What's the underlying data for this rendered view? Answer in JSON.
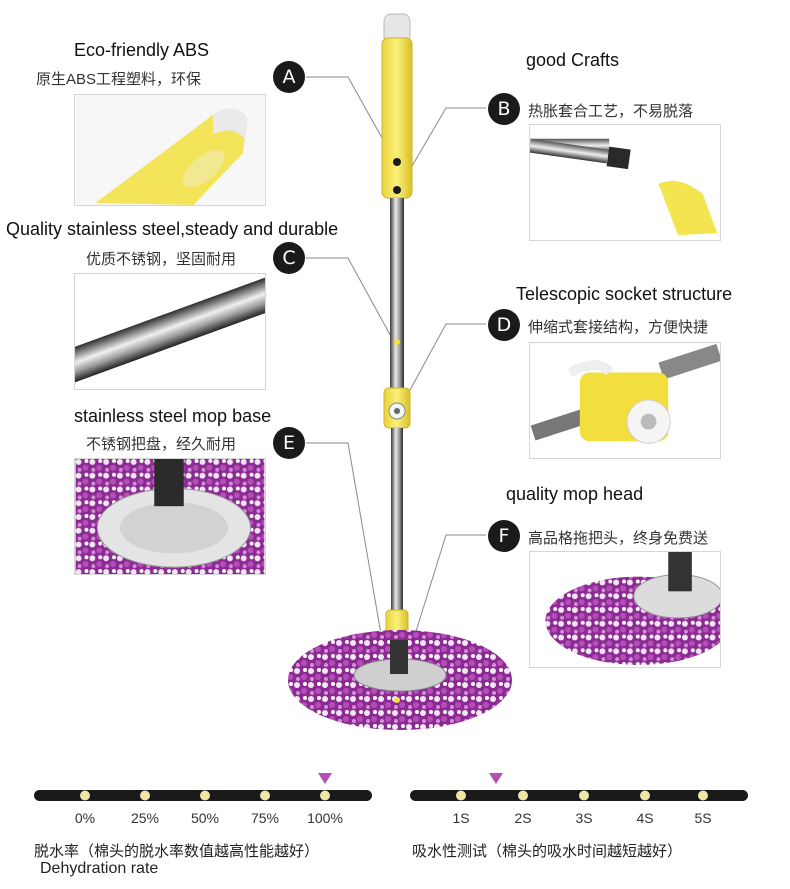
{
  "features": [
    {
      "letter": "A",
      "en": "Eco-friendly ABS",
      "zh": "原生ABS工程塑料，环保"
    },
    {
      "letter": "B",
      "en": "good Crafts",
      "zh": "热胀套合工艺，不易脱落"
    },
    {
      "letter": "C",
      "en": "Quality stainless steel,steady and durable",
      "zh": "优质不锈钢，坚固耐用"
    },
    {
      "letter": "D",
      "en": "Telescopic socket structure",
      "zh": "伸缩式套接结构，方便快捷"
    },
    {
      "letter": "E",
      "en": "stainless steel mop base",
      "zh": "不锈钢把盘，经久耐用"
    },
    {
      "letter": "F",
      "en": "quality mop head",
      "zh": "高品格拖把头，终身免费送"
    }
  ],
  "dehydration": {
    "ticks": [
      "0%",
      "25%",
      "50%",
      "75%",
      "100%"
    ],
    "marker_index": 4,
    "caption_zh": "脱水率（棉头的脱水率数值越高性能越好）",
    "caption_en": "Dehydration rate"
  },
  "absorption": {
    "ticks": [
      "1S",
      "2S",
      "3S",
      "4S",
      "5S"
    ],
    "marker_index": 1,
    "caption_zh": "吸水性测试（棉头的吸水时间越短越好）"
  },
  "colors": {
    "accent": "#f1e04a",
    "marker": "#b44fb5",
    "badge": "#1a1a1a",
    "bar": "#1a1a1a",
    "dot": "#efe6a6",
    "mop": "#9a2f9e"
  }
}
